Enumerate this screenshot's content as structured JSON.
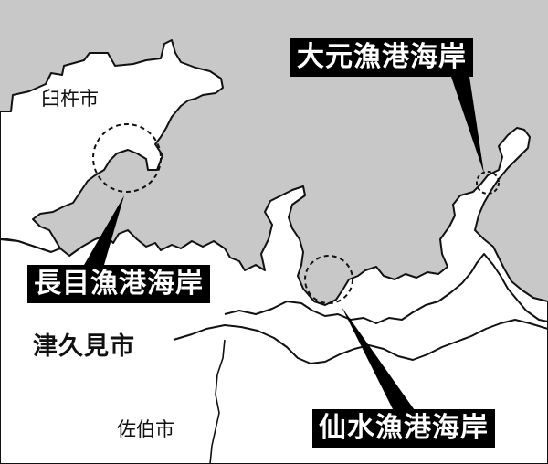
{
  "cities": {
    "usuki": "臼杵市",
    "tsukumi": "津久見市",
    "saiki": "佐伯市"
  },
  "callouts": {
    "omoto": "大元漁港海岸",
    "nagame": "長目漁港海岸",
    "sensui": "仙水漁港海岸"
  },
  "colors": {
    "sea": "#c8c8c8",
    "land": "#ffffff",
    "coastline": "#111111",
    "callout_bg": "#000000",
    "callout_text": "#ffffff"
  }
}
